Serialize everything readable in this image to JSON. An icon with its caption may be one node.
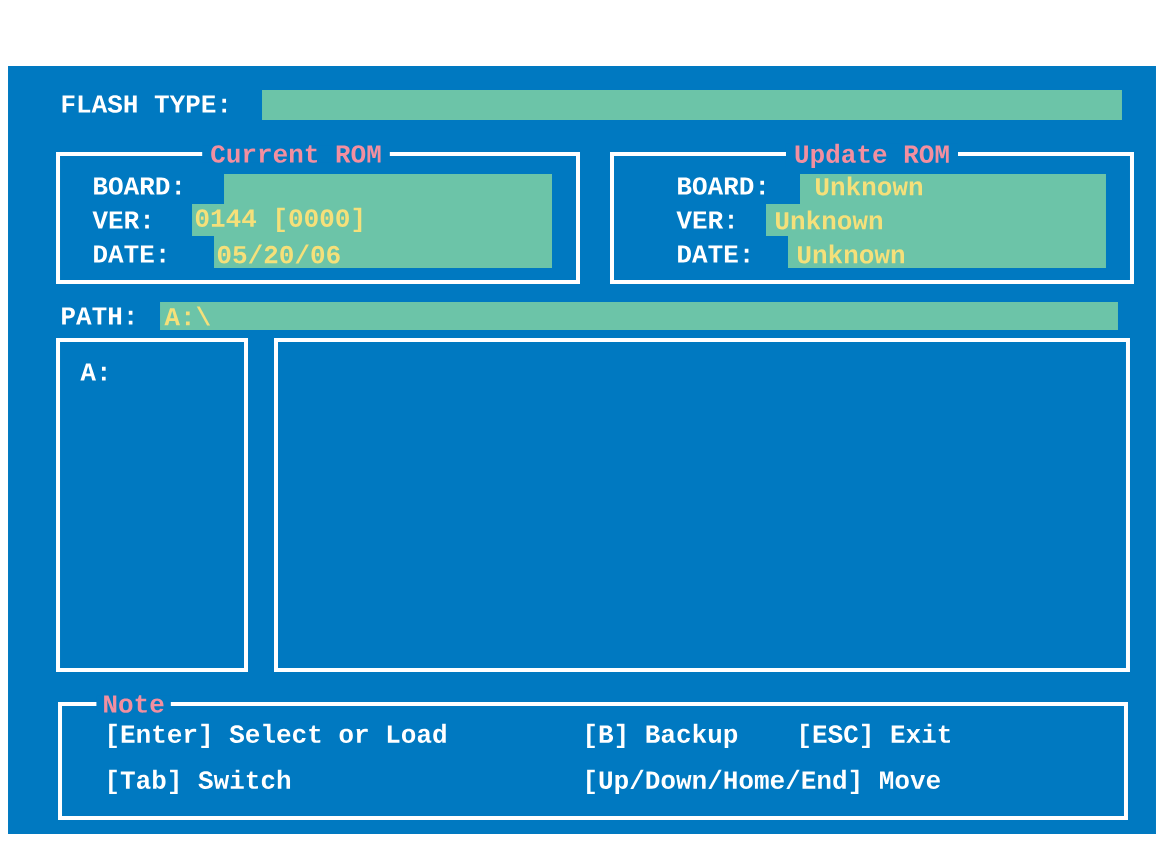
{
  "diagram": {
    "nodes": [
      {
        "text": [
          "Current ROM",
          "BOARD:",
          "VER:",
          "0144 [0000]",
          "DATE:",
          "05/20/06"
        ]
      },
      {
        "text": [
          "Update ROM",
          "BOARD:",
          "Unknown",
          "VER:",
          "Unknown",
          "DATE:",
          "Unknown"
        ]
      },
      {
        "text": [
          "A:"
        ]
      },
      {
        "text": [],
        "shape": "box"
      },
      {
        "text": [
          "Note",
          "[Enter] Select or Load",
          "[B] Backup",
          "[ESC] Exit",
          "[Tab] Switch",
          "[Up/Down/Home/End] Move"
        ]
      }
    ],
    "labels": [
      "FLASH TYPE:",
      "PATH:",
      "A:\\"
    ]
  }
}
